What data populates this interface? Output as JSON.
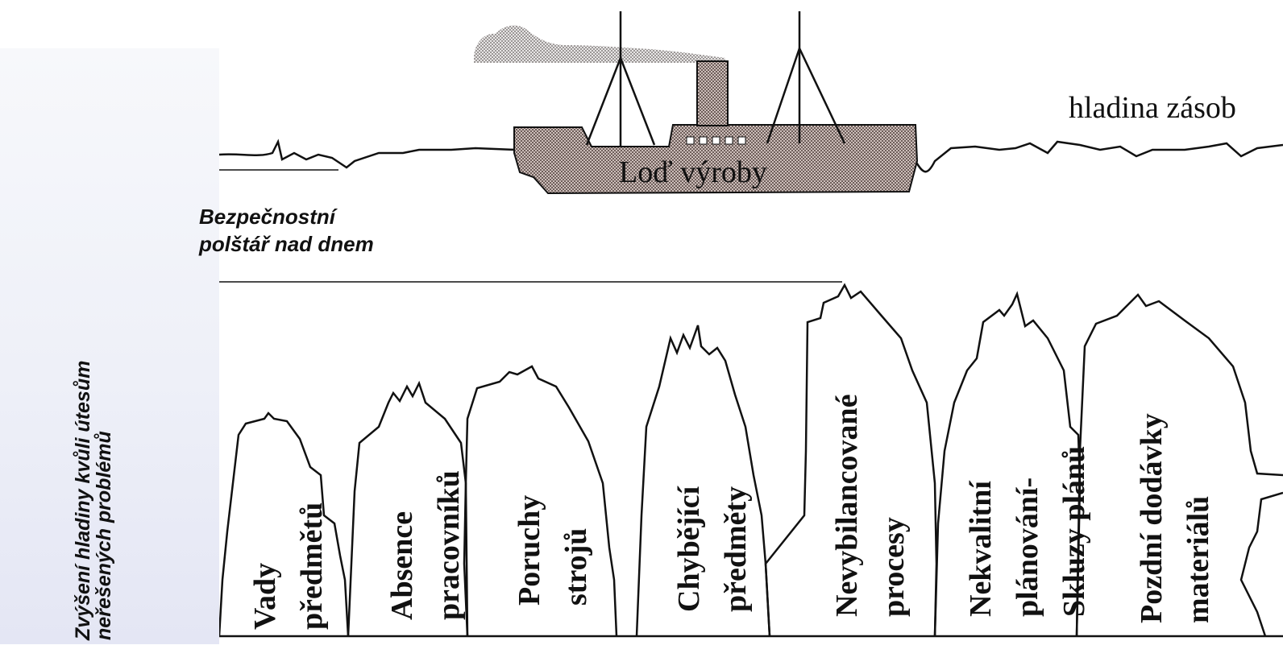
{
  "water": {
    "label": "hladina zásob"
  },
  "ship": {
    "label": "Loď výroby"
  },
  "cushion": {
    "line1": "Bezpečnostní",
    "line2": "polštář nad dnem"
  },
  "raise": {
    "line1": "Zvýšení hladiny kvůli útesům",
    "line2": "neřešených problémů"
  },
  "rocks": [
    {
      "line1": "Vady",
      "line2": "předmětů"
    },
    {
      "line1": "Absence",
      "line2": "pracovníků"
    },
    {
      "line1": "Poruchy",
      "line2": "strojů"
    },
    {
      "line1": "Chybějící",
      "line2": "předměty"
    },
    {
      "line1": "Nevybilancované",
      "line2": "procesy"
    },
    {
      "line1": "Nekvalitní",
      "line2": "plánování-",
      "line3": "Skluzy plánů"
    },
    {
      "line1": "Pozdní dodávky",
      "line2": "materiálů"
    }
  ],
  "colors": {
    "green_arrow": "#2e9a5a",
    "red_arrow": "#e0201c",
    "ship_fill": "#9a8a86"
  }
}
